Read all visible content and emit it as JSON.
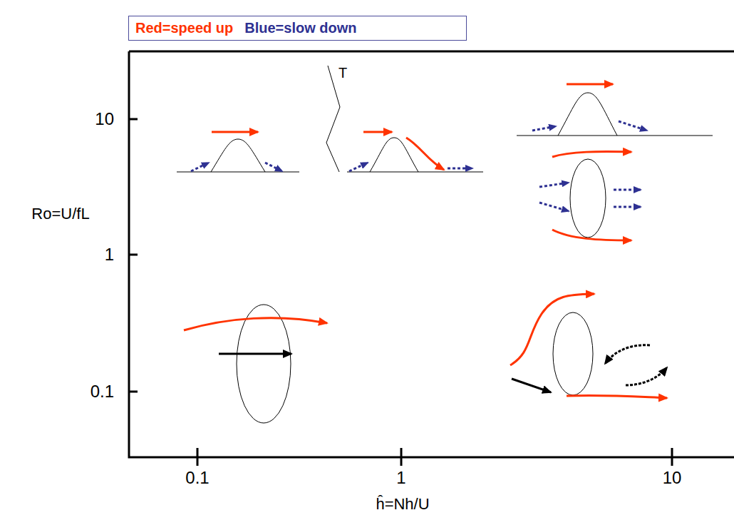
{
  "diagram": {
    "labels": [
      "10",
      "1",
      "0.1",
      "Ro=U/fL",
      "0.1",
      "1",
      "10",
      "ĥ=Nh/U",
      "T"
    ],
    "legend": [
      {
        "text": "Red=speed up",
        "color": "#ff3300"
      },
      {
        "text": "Blue=slow down",
        "color": "#2e3192"
      }
    ]
  }
}
